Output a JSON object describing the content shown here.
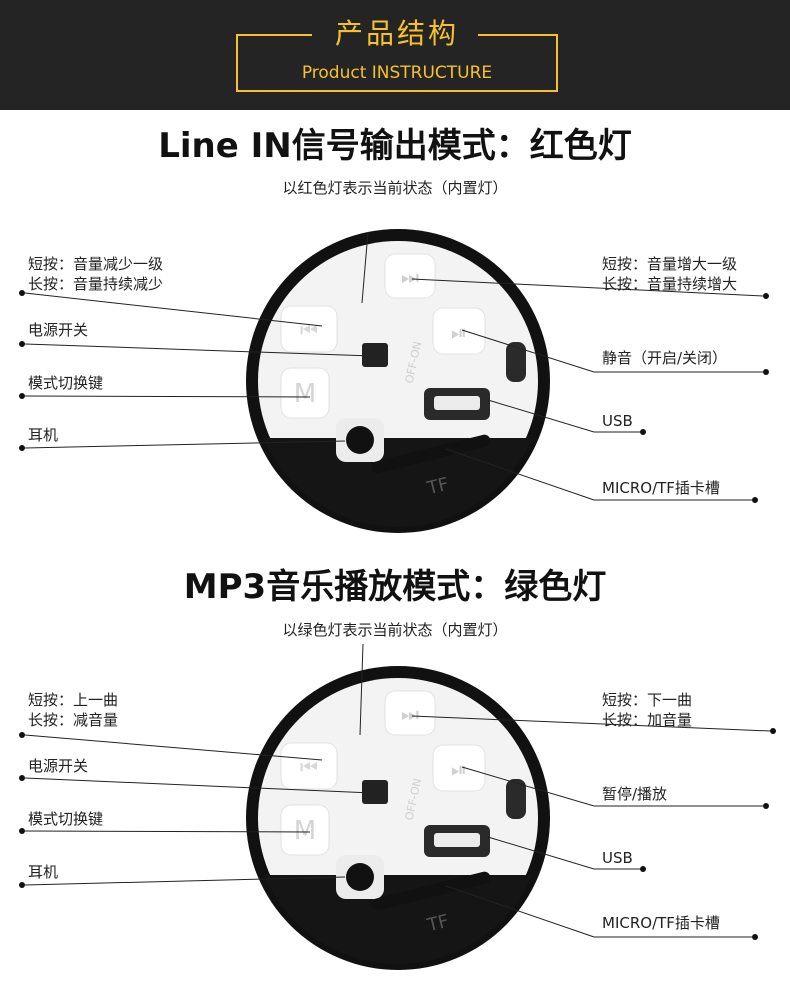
{
  "header": {
    "title_cn": "产品结构",
    "title_en": "Product INSTRUCTURE"
  },
  "colors": {
    "accent": "#f6c12a",
    "header_bg": "#242424"
  },
  "sections": [
    {
      "title": "Line IN信号输出模式：红色灯",
      "subtitle": "以红色灯表示当前状态（内置灯）",
      "left_labels": [
        {
          "line1": "短按：音量减少一级",
          "line2": "长按：音量持续减少"
        },
        {
          "line1": "电源开关"
        },
        {
          "line1": "模式切换键"
        },
        {
          "line1": "耳机"
        }
      ],
      "right_labels": [
        {
          "line1": "短按：音量增大一级",
          "line2": "长按：音量持续增大"
        },
        {
          "line1": "静音（开启/关闭）"
        },
        {
          "line1": "USB"
        },
        {
          "line1": "MICRO/TF插卡槽"
        }
      ],
      "device_text": {
        "switch": "OFF-ON",
        "mode_key": "M",
        "slot": "TF"
      }
    },
    {
      "title": "MP3音乐播放模式：绿色灯",
      "subtitle": "以绿色灯表示当前状态（内置灯）",
      "left_labels": [
        {
          "line1": "短按：上一曲",
          "line2": "长按：减音量"
        },
        {
          "line1": "电源开关"
        },
        {
          "line1": "模式切换键"
        },
        {
          "line1": "耳机"
        }
      ],
      "right_labels": [
        {
          "line1": "短按：下一曲",
          "line2": "长按：加音量"
        },
        {
          "line1": "暂停/播放"
        },
        {
          "line1": "USB"
        },
        {
          "line1": "MICRO/TF插卡槽"
        }
      ],
      "device_text": {
        "switch": "OFF-ON",
        "mode_key": "M",
        "slot": "TF"
      }
    }
  ]
}
